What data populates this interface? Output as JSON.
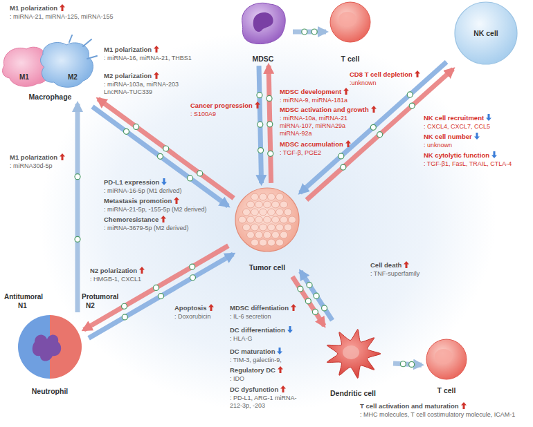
{
  "diagram": {
    "nodes": [
      {
        "text": [
          "MDSC"
        ]
      },
      {
        "text": [
          "T cell"
        ]
      },
      {
        "text": [
          "Macrophage"
        ]
      },
      {
        "text": [
          "NK cell"
        ]
      },
      {
        "text": [
          "Tumor cell"
        ]
      },
      {
        "text": [
          "Neutrophil"
        ]
      },
      {
        "text": [
          "Dendritic cell"
        ]
      },
      {
        "text": [
          "T cell"
        ]
      }
    ],
    "edges": [
      {
        "from": 0,
        "to": 1,
        "arrow": "to"
      },
      {
        "from": 4,
        "to": 0,
        "arrow": "to"
      },
      {
        "from": 0,
        "to": 4,
        "arrow": "to"
      },
      {
        "from": 4,
        "to": 2,
        "arrow": "to"
      },
      {
        "from": 2,
        "to": 4,
        "arrow": "to"
      },
      {
        "from": 4,
        "to": 3,
        "arrow": "to"
      },
      {
        "from": 3,
        "to": 4,
        "arrow": "to"
      },
      {
        "from": 4,
        "to": 5,
        "arrow": "to"
      },
      {
        "from": 5,
        "to": 4,
        "arrow": "to"
      },
      {
        "from": 4,
        "to": 6,
        "arrow": "to"
      },
      {
        "from": 6,
        "to": 4,
        "arrow": "to"
      },
      {
        "from": 6,
        "to": 7,
        "arrow": "to"
      },
      {
        "from": 5,
        "to": 2,
        "arrow": "to"
      }
    ],
    "labels": [
      "M1 polarization",
      ": miRNA-21, miRNA-125, miRNA-155",
      "M1 polarization",
      ": miRNA-16, miRNA-21, THBS1",
      "M2 polarization",
      ": miRNA-103a, miRNA-203 LncRNA-TUC339",
      "M1",
      "M2",
      "CD8 T cell depletion",
      ":unknown",
      "Cancer progression",
      ": S100A9",
      "MDSC development",
      ": miRNA-9, miRNA-181a",
      "MDSC activation and growth",
      ": miRNA-10a, miRNA-21 miRNA-107, miRNA29a miRNA-92a",
      "MDSC accumulation",
      ": TGF-β, PGE2",
      "NK cell recruitment",
      ":  CXCL4, CXCL7, CCL5",
      "NK cell number",
      ": unknown",
      "NK cytolytic function",
      ": TGF-β1, FasL, TRAIL, CTLA-4",
      "PD-L1 expression",
      ": miRNA-16-5p (M1 derived)",
      "Metastasis promotion",
      ": miRNA-21-5p, -155-5p (M2 derived)",
      "Chemoresistance",
      ": miRNA-3679-5p (M2 derived)",
      "M1 polarization",
      ": miRNA30d-5p",
      "N2 polarization",
      ": HMGB-1, CXCL1",
      "Apoptosis",
      ": Doxorubicin",
      "Cell death",
      ": TNF-superfamily",
      "MDSC diffentiation",
      ": IL-6 secretion",
      "DC differentiation",
      ": HLA-G",
      "DC maturation",
      ": TIM-3, galectin-9,",
      "Regulatory DC",
      ": IDO",
      "DC dysfunction",
      ": PD-L1, ARG-1 miRNA-212-3p, -203",
      "T cell activation and maturation",
      ": MHC molecules, T cell costimulatory molecule, ICAM-1",
      "Antitumoral",
      "N1",
      "Protumoral",
      "N2"
    ]
  }
}
